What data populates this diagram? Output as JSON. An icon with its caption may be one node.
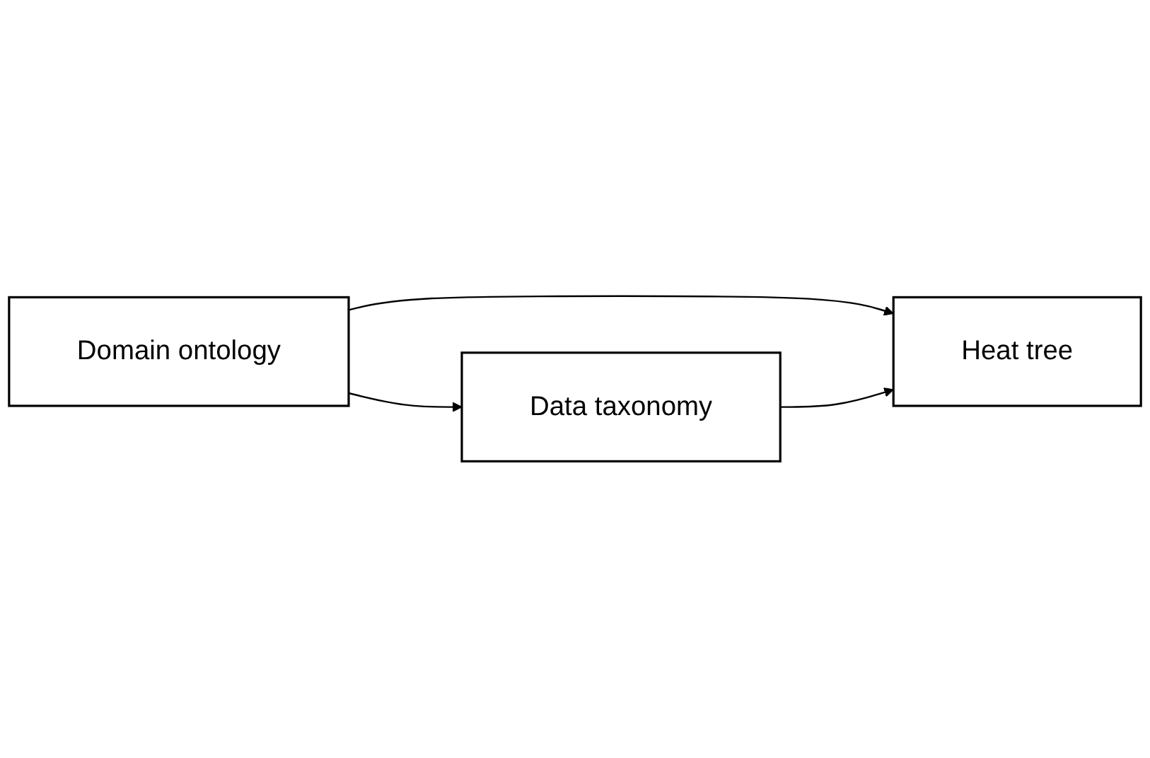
{
  "diagram": {
    "nodes": [
      {
        "text": [
          "Domain ontology"
        ]
      },
      {
        "text": [
          "Data taxonomy"
        ]
      },
      {
        "text": [
          "Heat tree"
        ]
      }
    ],
    "edges": [
      {
        "from": 0,
        "to": 2,
        "arrow": "to"
      },
      {
        "from": 0,
        "to": 1,
        "arrow": "to"
      },
      {
        "from": 1,
        "to": 2,
        "arrow": "to"
      }
    ]
  }
}
